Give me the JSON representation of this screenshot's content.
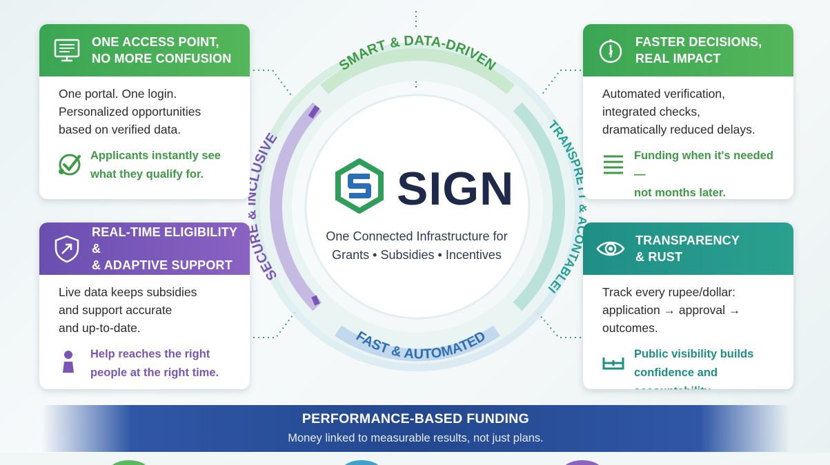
{
  "cards": {
    "access": {
      "title_line1": "ONE ACCESS POINT,",
      "title_line2": "NO MORE CONFUSION",
      "body": [
        "One portal. One login.",
        "Personalized opportunities",
        "based on verified data."
      ],
      "highlight": [
        "Applicants instantly see",
        "what they qualify for."
      ],
      "color": "#3aa653"
    },
    "decisions": {
      "title_line1": "FASTER DECISIONS,",
      "title_line2": "REAL IMPACT",
      "body": [
        "Automated verification,",
        "integrated checks,",
        "dramatically reduced delays."
      ],
      "highlight": [
        "Funding when it's needed—",
        "not months later."
      ],
      "color": "#3aa653"
    },
    "eligibility": {
      "title_line1": "REAL-TIME ELIGIBILITY &",
      "title_line2": "& ADAPTIVE SUPPORT",
      "body": [
        "Live data keeps subsidies",
        "and support accurate",
        "and up-to-date."
      ],
      "highlight": [
        "Help reaches the right",
        "people at the right time."
      ],
      "color": "#6a4fb0"
    },
    "transparency": {
      "title_line1": "TRANSPARENCY",
      "title_line2": "& RUST",
      "body": [
        "Track every rupee/dollar:",
        "application → approval →",
        "outcomes."
      ],
      "highlight": [
        "Public visibility builds",
        "confidence and accountability."
      ],
      "color": "#1f8f86"
    }
  },
  "wheel": {
    "segments": {
      "top": "SMART & DATA-DRIVEN",
      "right": "TRANSPRETT & ACONTABLEI",
      "bottom": "FAST & AUTOMATED",
      "left": "SECURE & INCLUSIVE"
    },
    "colors": {
      "green": "#4caf50",
      "teal": "#27a08f",
      "blue": "#2f6fb0",
      "purple": "#7a55b5"
    }
  },
  "center": {
    "title": "SIGN",
    "subtitle_line1": "One Connected Infrastructure for",
    "subtitle_line2": "Grants • Subsidies • Incentives"
  },
  "banner": {
    "title": "PERFORMANCE-BASED FUNDING",
    "subtitle": "Money linked to measurable results, not just plans."
  },
  "icons": {
    "access": "monitor-form-icon",
    "decisions": "stopwatch-icon",
    "eligibility": "shield-arrow-icon",
    "transparency": "eye-icon",
    "access_foot": "checkmark-circle-icon",
    "decisions_foot": "list-lines-icon",
    "eligibility_foot": "person-icon",
    "transparency_foot": "measure-bar-icon",
    "center": "sign-logo-icon"
  }
}
